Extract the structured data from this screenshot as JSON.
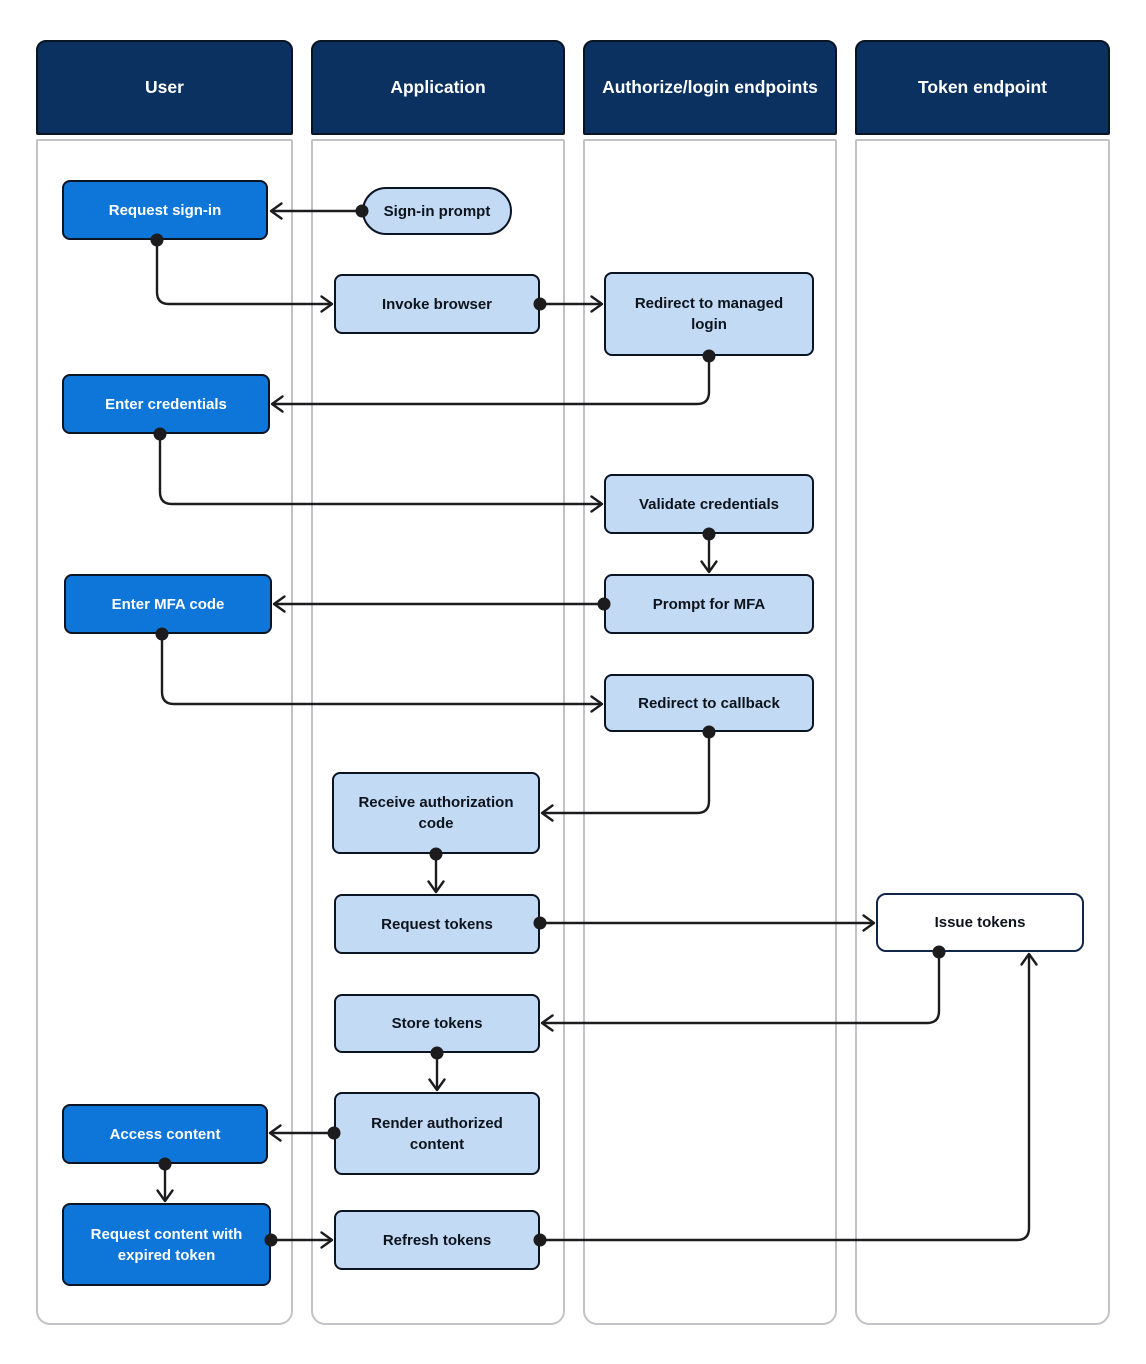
{
  "diagram": {
    "lanes": [
      {
        "id": "user",
        "title": "User"
      },
      {
        "id": "application",
        "title": "Application"
      },
      {
        "id": "authorize",
        "title": "Authorize/login endpoints"
      },
      {
        "id": "token",
        "title": "Token endpoint"
      }
    ],
    "nodes": [
      {
        "id": "request-sign-in",
        "label": "Request sign-in",
        "lane": "user",
        "kind": "user-action"
      },
      {
        "id": "sign-in-prompt",
        "label": "Sign-in prompt",
        "lane": "application",
        "kind": "start-pill"
      },
      {
        "id": "invoke-browser",
        "label": "Invoke browser",
        "lane": "application",
        "kind": "process"
      },
      {
        "id": "redirect-managed-login",
        "label": "Redirect to managed login",
        "lane": "authorize",
        "kind": "process"
      },
      {
        "id": "enter-credentials",
        "label": "Enter credentials",
        "lane": "user",
        "kind": "user-action"
      },
      {
        "id": "validate-credentials",
        "label": "Validate credentials",
        "lane": "authorize",
        "kind": "process"
      },
      {
        "id": "enter-mfa-code",
        "label": "Enter MFA code",
        "lane": "user",
        "kind": "user-action"
      },
      {
        "id": "prompt-for-mfa",
        "label": "Prompt for MFA",
        "lane": "authorize",
        "kind": "process"
      },
      {
        "id": "redirect-to-callback",
        "label": "Redirect to callback",
        "lane": "authorize",
        "kind": "process"
      },
      {
        "id": "receive-authorization-code",
        "label": "Receive authorization code",
        "lane": "application",
        "kind": "process"
      },
      {
        "id": "request-tokens",
        "label": "Request tokens",
        "lane": "application",
        "kind": "process"
      },
      {
        "id": "issue-tokens",
        "label": "Issue tokens",
        "lane": "token",
        "kind": "endpoint"
      },
      {
        "id": "store-tokens",
        "label": "Store tokens",
        "lane": "application",
        "kind": "process"
      },
      {
        "id": "render-authorized-content",
        "label": "Render authorized content",
        "lane": "application",
        "kind": "process"
      },
      {
        "id": "access-content",
        "label": "Access content",
        "lane": "user",
        "kind": "user-action"
      },
      {
        "id": "request-content-expired-token",
        "label": "Request content with expired token",
        "lane": "user",
        "kind": "user-action"
      },
      {
        "id": "refresh-tokens",
        "label": "Refresh tokens",
        "lane": "application",
        "kind": "process"
      }
    ],
    "edges": [
      {
        "from": "sign-in-prompt",
        "to": "request-sign-in"
      },
      {
        "from": "request-sign-in",
        "to": "invoke-browser"
      },
      {
        "from": "invoke-browser",
        "to": "redirect-managed-login"
      },
      {
        "from": "redirect-managed-login",
        "to": "enter-credentials"
      },
      {
        "from": "enter-credentials",
        "to": "validate-credentials"
      },
      {
        "from": "validate-credentials",
        "to": "prompt-for-mfa"
      },
      {
        "from": "prompt-for-mfa",
        "to": "enter-mfa-code"
      },
      {
        "from": "enter-mfa-code",
        "to": "redirect-to-callback"
      },
      {
        "from": "redirect-to-callback",
        "to": "receive-authorization-code"
      },
      {
        "from": "receive-authorization-code",
        "to": "request-tokens"
      },
      {
        "from": "request-tokens",
        "to": "issue-tokens"
      },
      {
        "from": "issue-tokens",
        "to": "store-tokens"
      },
      {
        "from": "store-tokens",
        "to": "render-authorized-content"
      },
      {
        "from": "render-authorized-content",
        "to": "access-content"
      },
      {
        "from": "access-content",
        "to": "request-content-expired-token"
      },
      {
        "from": "request-content-expired-token",
        "to": "refresh-tokens"
      },
      {
        "from": "refresh-tokens",
        "to": "issue-tokens"
      }
    ],
    "colors": {
      "lane_header_bg": "#0b3160",
      "lane_header_text": "#ffffff",
      "lane_border": "#c2c2c8",
      "user_node_bg": "#0e76d8",
      "user_node_text": "#ffffff",
      "app_node_bg": "#c2daf4",
      "plain_node_bg": "#ffffff",
      "node_border": "#0b1423",
      "dark_text": "#0d131c",
      "connector": "#1c1c1e"
    }
  }
}
